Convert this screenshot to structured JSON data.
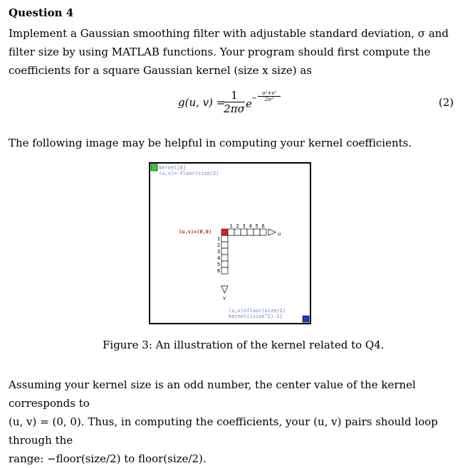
{
  "heading": "Question 4",
  "intro": "Implement a Gaussian smoothing filter with adjustable standard deviation, σ and filter size by using MATLAB functions. Your program should first compute the coefficients for a square Gaussian kernel (size x size) as",
  "equation": {
    "lhs": "g(u, v) =",
    "numerator": "1",
    "denominator": "2πσ",
    "base": "e",
    "exp_sign": "−",
    "exp_numerator": "u²+v²",
    "exp_denominator": "2σ²",
    "number": "(2)"
  },
  "helper_text": "The following image may be helpful in computing your kernel coefficients.",
  "figure": {
    "top_left_label_1": "kernel[0]",
    "top_left_label_2": "(u,v)=-floor(size/2)",
    "origin_label": "(u,v)=(0,0)",
    "u_ticks": [
      "1",
      "2",
      "3",
      "4",
      "5",
      "6"
    ],
    "v_ticks": [
      "1",
      "2",
      "3",
      "4",
      "5",
      "6"
    ],
    "u_label": "u",
    "v_label": "v",
    "bottom_right_label_1": "(u,v)=floor(size/2)",
    "bottom_right_label_2": "kernel[(size^2)-1]",
    "colors": {
      "start": "#33cc33",
      "origin": "#e02020",
      "end": "#1a3ccc",
      "label": "#6b7fc4"
    }
  },
  "caption": "Figure 3: An illustration of the kernel related to Q4.",
  "conclusion_lines": [
    "Assuming your kernel size is an odd number, the center value of the kernel corresponds to",
    "(u, v) = (0, 0). Thus, in computing the coefficients, your (u, v) pairs should loop through the",
    "range: −floor(size/2) to floor(size/2)."
  ]
}
